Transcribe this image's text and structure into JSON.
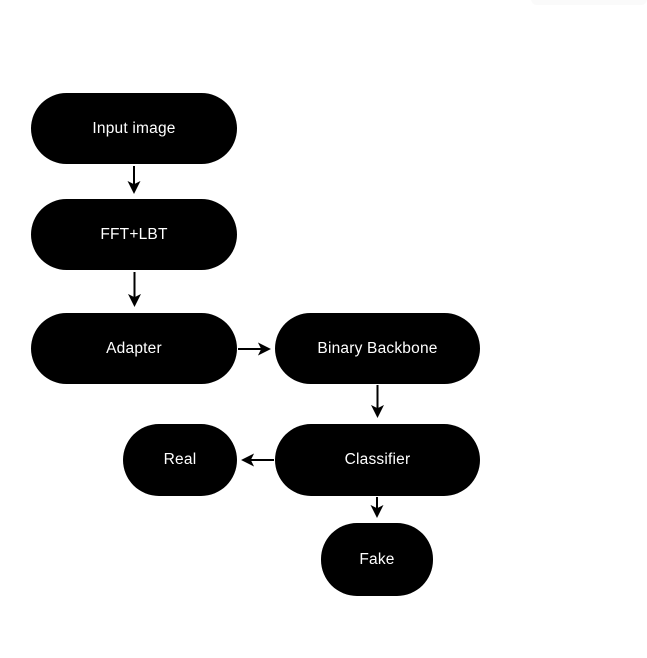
{
  "page": {
    "background_color": "#ffffff"
  },
  "cropped_top_right_element": {
    "color": "#fafafa"
  },
  "diagram": {
    "type": "flowchart",
    "node_fill_color": "#000000",
    "node_text_color": "#ffffff",
    "arrow_color": "#000000",
    "nodes": [
      {
        "id": "input-image",
        "label": "Input image"
      },
      {
        "id": "fft-lbt",
        "label": "FFT+LBT"
      },
      {
        "id": "adapter",
        "label": "Adapter"
      },
      {
        "id": "binary-backbone",
        "label": "Binary Backbone"
      },
      {
        "id": "real",
        "label": "Real"
      },
      {
        "id": "classifier",
        "label": "Classifier"
      },
      {
        "id": "fake",
        "label": "Fake"
      }
    ],
    "edges": [
      {
        "from": "input-image",
        "to": "fft-lbt",
        "direction": "down"
      },
      {
        "from": "fft-lbt",
        "to": "adapter",
        "direction": "down"
      },
      {
        "from": "adapter",
        "to": "binary-backbone",
        "direction": "right"
      },
      {
        "from": "binary-backbone",
        "to": "classifier",
        "direction": "down"
      },
      {
        "from": "classifier",
        "to": "real",
        "direction": "left"
      },
      {
        "from": "classifier",
        "to": "fake",
        "direction": "down"
      }
    ]
  }
}
